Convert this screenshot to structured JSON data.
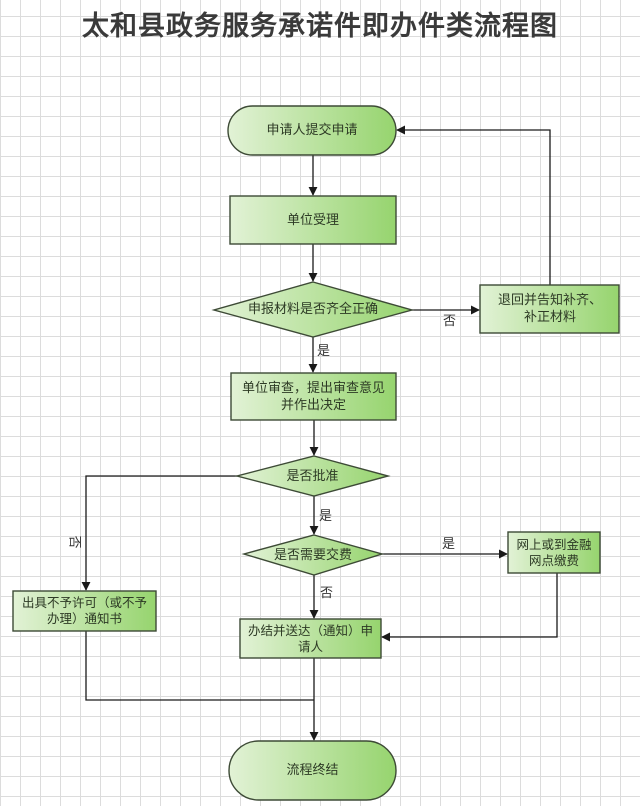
{
  "title": "太和县政务服务承诺件即办件类流程图",
  "colors": {
    "fill_light": "#e2f2d6",
    "fill_dark": "#96d46e",
    "stroke": "#3d4a36",
    "edge": "#1a1a1a",
    "grid": "#dcdcdc"
  },
  "nodes": {
    "start": {
      "type": "terminator",
      "label": "申请人提交申请"
    },
    "accept": {
      "type": "process",
      "label": "单位受理"
    },
    "check_materials": {
      "type": "decision",
      "label": "申报材料是否齐全正确"
    },
    "return_supplement": {
      "type": "process",
      "label": "退回并告知补齐、补正材料"
    },
    "review": {
      "type": "process",
      "label": "单位审查，提出审查意见并作出决定"
    },
    "approve": {
      "type": "decision",
      "label": "是否批准"
    },
    "need_fee": {
      "type": "decision",
      "label": "是否需要交费"
    },
    "pay_fee": {
      "type": "process",
      "label": "网上或到金融网点缴费"
    },
    "reject_notice": {
      "type": "process",
      "label": "出具不予许可（或不予办理）通知书"
    },
    "complete_notify": {
      "type": "process",
      "label": "办结并送达（通知）申请人"
    },
    "end": {
      "type": "terminator",
      "label": "流程终结"
    }
  },
  "edge_labels": {
    "materials_no": "否",
    "materials_yes": "是",
    "approve_no": "否",
    "approve_yes": "是",
    "fee_yes": "是",
    "fee_no": "否"
  },
  "edges": [
    {
      "from": "start",
      "to": "accept"
    },
    {
      "from": "accept",
      "to": "check_materials"
    },
    {
      "from": "check_materials",
      "to": "return_supplement",
      "label": "否"
    },
    {
      "from": "return_supplement",
      "to": "start"
    },
    {
      "from": "check_materials",
      "to": "review",
      "label": "是"
    },
    {
      "from": "review",
      "to": "approve"
    },
    {
      "from": "approve",
      "to": "reject_notice",
      "label": "否"
    },
    {
      "from": "approve",
      "to": "need_fee",
      "label": "是"
    },
    {
      "from": "need_fee",
      "to": "pay_fee",
      "label": "是"
    },
    {
      "from": "need_fee",
      "to": "complete_notify",
      "label": "否"
    },
    {
      "from": "pay_fee",
      "to": "complete_notify"
    },
    {
      "from": "reject_notice",
      "to": "end"
    },
    {
      "from": "complete_notify",
      "to": "end"
    }
  ]
}
